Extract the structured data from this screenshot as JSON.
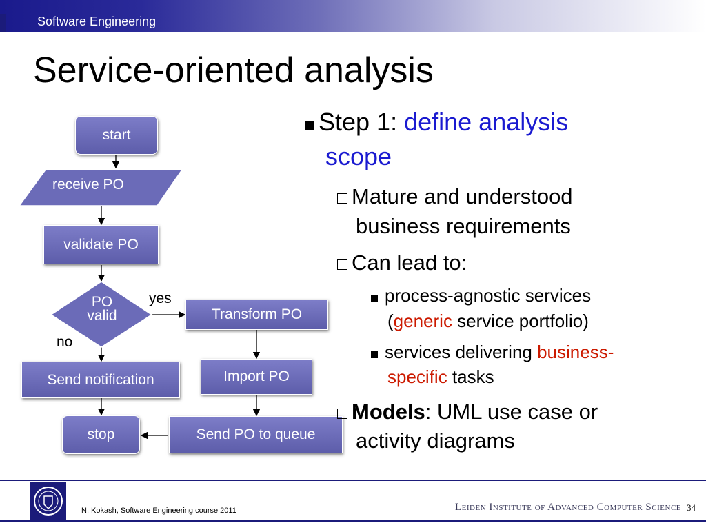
{
  "header": {
    "course": "Software Engineering"
  },
  "title": "Service-oriented analysis",
  "flowchart": {
    "start": "start",
    "receive": "receive PO",
    "validate": "validate PO",
    "decision_line1": "PO",
    "decision_line2": "valid",
    "yes": "yes",
    "no": "no",
    "transform": "Transform PO",
    "import": "Import PO",
    "send_notification": "Send notification",
    "send_queue": "Send PO to queue",
    "stop": "stop"
  },
  "bullets": {
    "step_prefix": "Step 1: ",
    "step_highlight_1": "define analysis",
    "step_highlight_2": "scope",
    "sub1_line1": "Mature and understood",
    "sub1_line2": "business requirements",
    "sub2": "Can lead to:",
    "item1_line1": "process-agnostic services",
    "item1_open": "(",
    "item1_red": "generic",
    "item1_rest": " service portfolio)",
    "item2_prefix": "services delivering ",
    "item2_red1": "business-",
    "item2_red2": "specific",
    "item2_rest": " tasks",
    "models_bold": "Models",
    "models_rest": ": UML use case or",
    "models_line2": "activity diagrams"
  },
  "footer": {
    "credit": "N. Kokash, Software Engineering course 2011",
    "institute": "Leiden Institute of Advanced Computer Science",
    "page": "34"
  },
  "colors": {
    "accent": "#1b1b7a",
    "box": "#6b6bb8",
    "blue_text": "#1a1ad0",
    "red_text": "#cc1a00"
  }
}
